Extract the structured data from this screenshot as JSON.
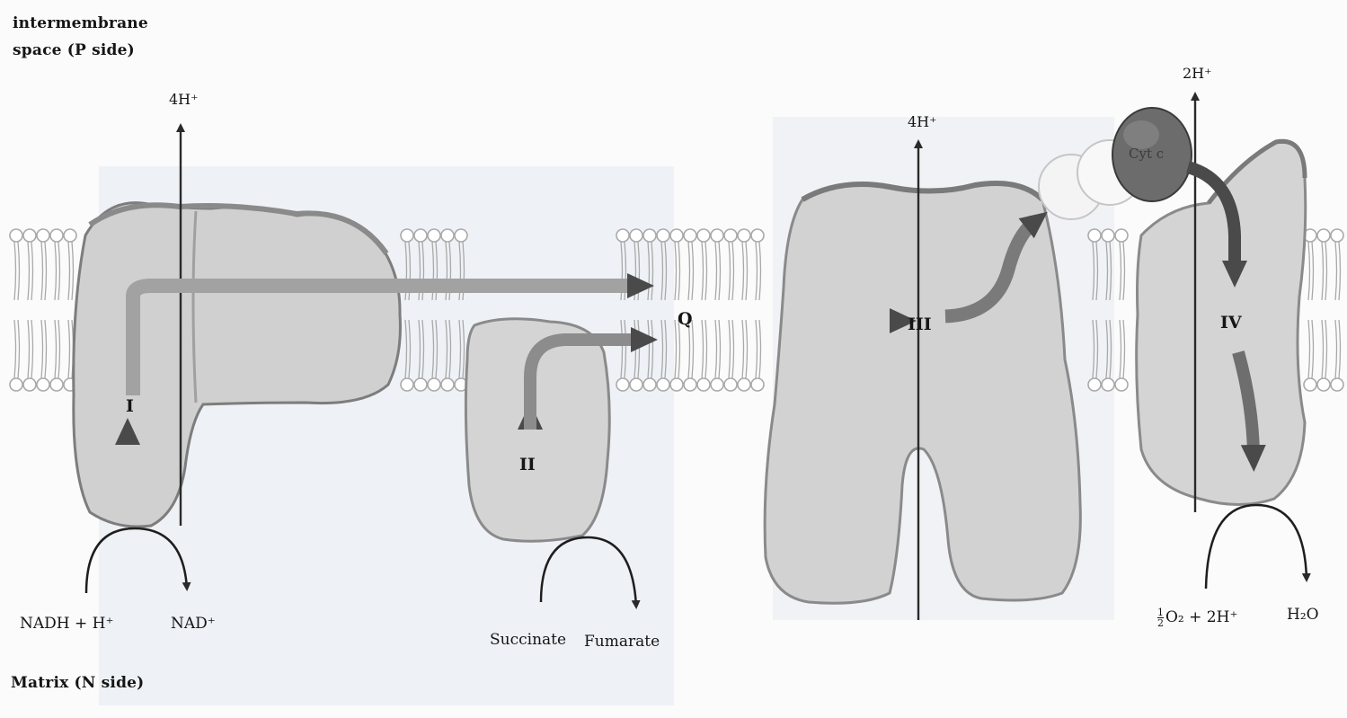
{
  "sides": {
    "top_line1": "intermembrane",
    "top_line2": "space (P side)",
    "bottom": "Matrix (N side)"
  },
  "protons": {
    "complex1": "4H⁺",
    "complex3": "4H⁺",
    "complex4": "2H⁺"
  },
  "complexes": {
    "c1": "I",
    "c2": "II",
    "q": "Q",
    "c3": "III",
    "c4": "IV",
    "cyt_c": "Cyt c"
  },
  "molecules": {
    "nadh": "NADH + H⁺",
    "nad": "NAD⁺",
    "succinate": "Succinate",
    "fumarate": "Fumarate",
    "o2_num": "1",
    "o2_den": "2",
    "o2_rest": "O₂ + 2H⁺",
    "h2o": "H₂O"
  },
  "colors": {
    "protein": "#d2d2d2",
    "protein_edge": "#8f8f8f",
    "arrow": "#5b5b5b",
    "cytc": "#6a6a6a",
    "membrane": "#a9a9a9"
  }
}
